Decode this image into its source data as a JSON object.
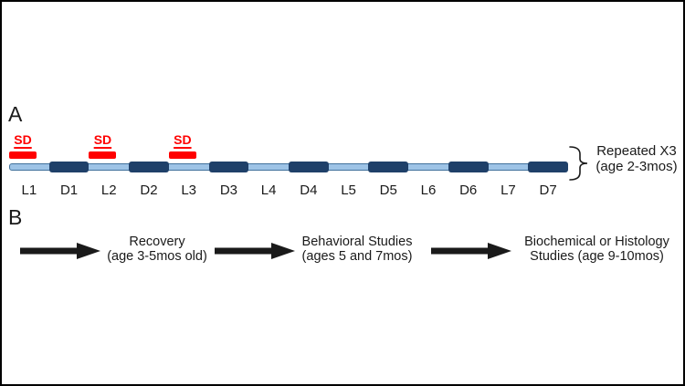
{
  "colors": {
    "light_blue": "#9DC3E6",
    "light_border": "#41719C",
    "dark_blue": "#1F4069",
    "red": "#FF0000",
    "ink": "#1A1A1A"
  },
  "panel_a": {
    "letter": "A",
    "sd_label": "SD",
    "segments": [
      {
        "label": "L1",
        "type": "light",
        "sd": true
      },
      {
        "label": "D1",
        "type": "dark",
        "sd": false
      },
      {
        "label": "L2",
        "type": "light",
        "sd": true
      },
      {
        "label": "D2",
        "type": "dark",
        "sd": false
      },
      {
        "label": "L3",
        "type": "light",
        "sd": true
      },
      {
        "label": "D3",
        "type": "dark",
        "sd": false
      },
      {
        "label": "L4",
        "type": "light",
        "sd": false
      },
      {
        "label": "D4",
        "type": "dark",
        "sd": false
      },
      {
        "label": "L5",
        "type": "light",
        "sd": false
      },
      {
        "label": "D5",
        "type": "dark",
        "sd": false
      },
      {
        "label": "L6",
        "type": "light",
        "sd": false
      },
      {
        "label": "D6",
        "type": "dark",
        "sd": false
      },
      {
        "label": "L7",
        "type": "light",
        "sd": false
      },
      {
        "label": "D7",
        "type": "dark",
        "sd": false
      }
    ],
    "bracket": {
      "line1": "Repeated X3",
      "line2": "(age 2-3mos)"
    }
  },
  "panel_b": {
    "letter": "B",
    "steps": [
      {
        "line1": "Recovery",
        "line2": "(age 3-5mos old)"
      },
      {
        "line1": "Behavioral Studies",
        "line2": "(ages 5 and 7mos)"
      },
      {
        "line1": "Biochemical or Histology",
        "line2": "Studies (age 9-10mos)"
      }
    ]
  }
}
